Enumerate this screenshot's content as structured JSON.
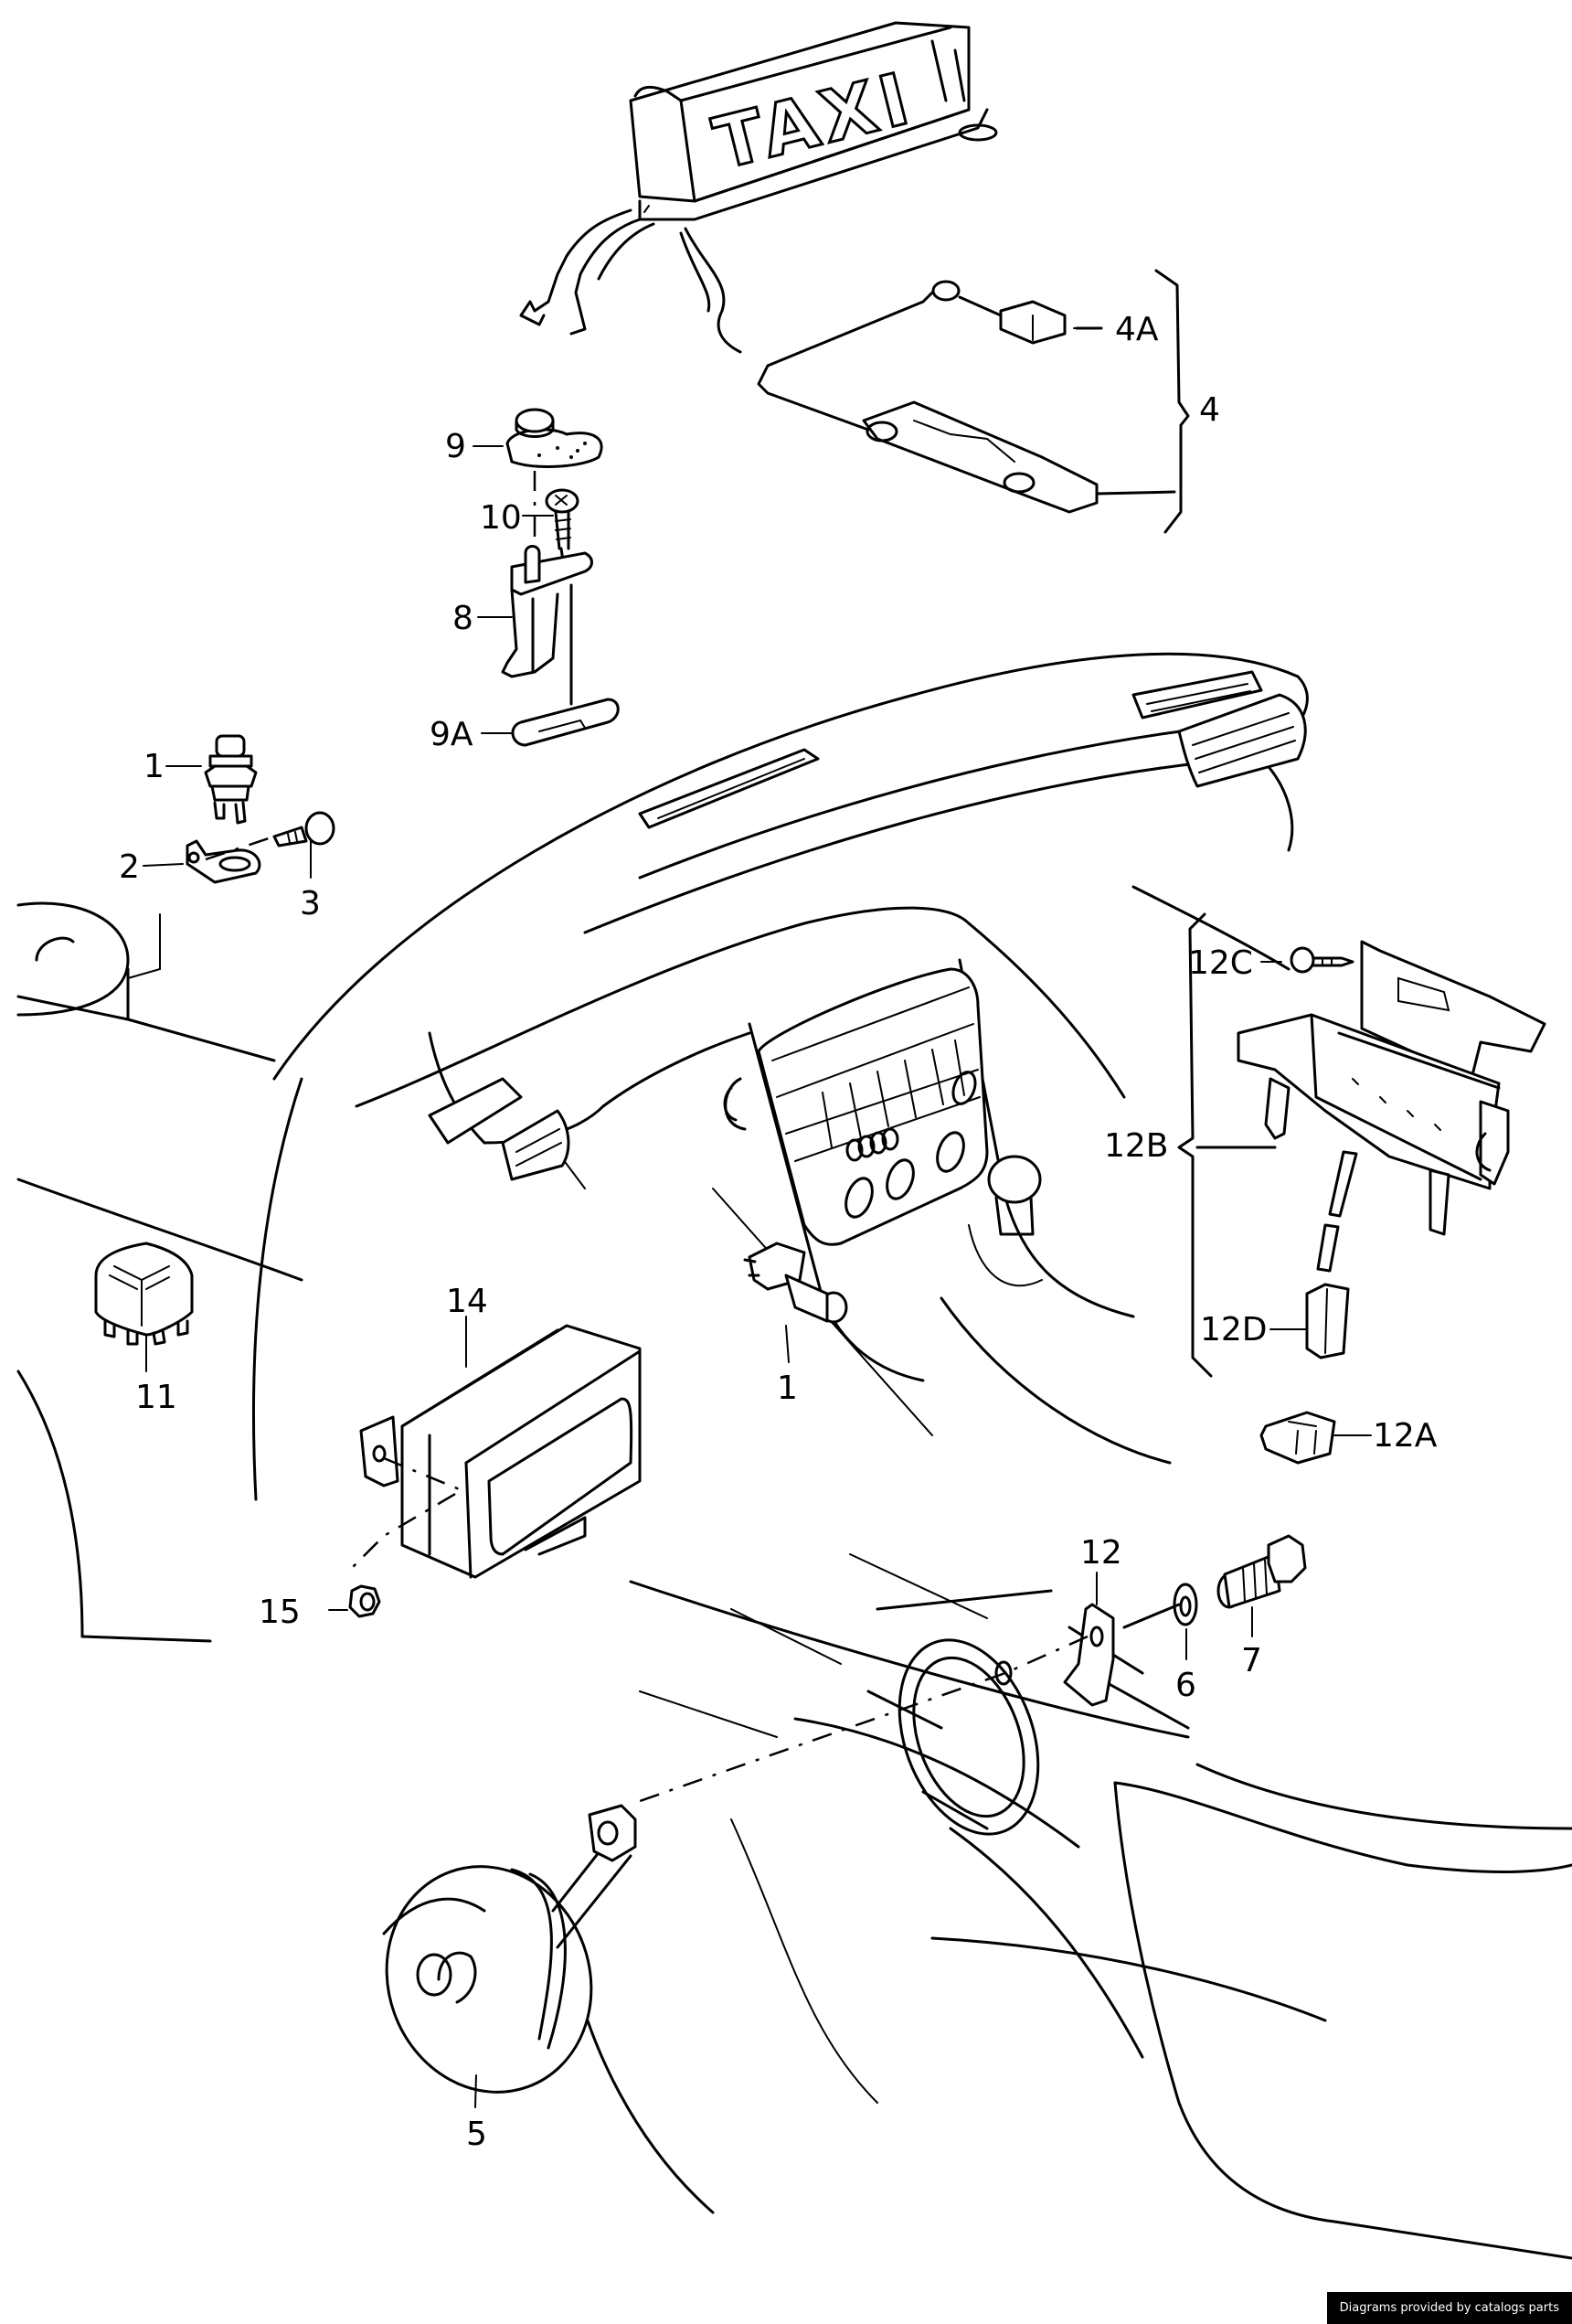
{
  "diagram": {
    "title": "Taxi equipment / horn / alarm parts diagram",
    "taxi_sign_text": "TAXI",
    "callouts": {
      "c1_top": "1",
      "c1_bottom": "1",
      "c2": "2",
      "c3": "3",
      "c4": "4",
      "c4A": "4A",
      "c5": "5",
      "c6": "6",
      "c7": "7",
      "c8": "8",
      "c9": "9",
      "c9A": "9A",
      "c10": "10",
      "c11": "11",
      "c12": "12",
      "c12A": "12A",
      "c12B": "12B",
      "c12C": "12C",
      "c12D": "12D",
      "c14": "14",
      "c15": "15"
    }
  },
  "footer": {
    "credit": "Diagrams provided by catalogs parts"
  }
}
